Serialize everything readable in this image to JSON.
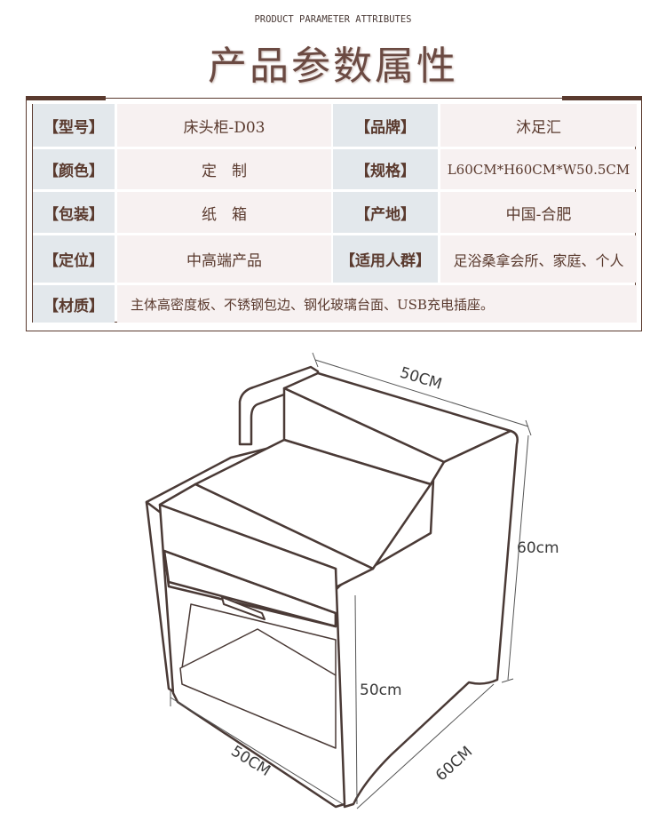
{
  "header": {
    "subtitle": "PRODUCT PARAMETER ATTRIBUTES",
    "title": "产品参数属性"
  },
  "table": {
    "rows": [
      [
        {
          "label": "【型号】",
          "value": "床头柜-D03"
        },
        {
          "label": "【品牌】",
          "value": "沐足汇"
        }
      ],
      [
        {
          "label": "【颜色】",
          "value": "定　制"
        },
        {
          "label": "【规格】",
          "value": "L60CM*H60CM*W50.5CM"
        }
      ],
      [
        {
          "label": "【包装】",
          "value": "纸　箱"
        },
        {
          "label": "【产地】",
          "value": "中国-合肥"
        }
      ],
      [
        {
          "label": "【定位】",
          "value": "中高端产品"
        },
        {
          "label": "【适用人群】",
          "value": "足浴桑拿会所、家庭、个人"
        }
      ]
    ],
    "material": {
      "label": "【材质】",
      "value": "主体高密度板、不锈钢包边、钢化玻璃台面、USB充电插座。"
    }
  },
  "diagram": {
    "top_width": "50CM",
    "height_right": "60cm",
    "inner_height": "50cm",
    "depth": "60CM",
    "front_width": "50CM"
  },
  "colors": {
    "text": "#5a3a2e",
    "label_bg": "#e3e8ec",
    "value_bg": "#f7f1f1"
  }
}
